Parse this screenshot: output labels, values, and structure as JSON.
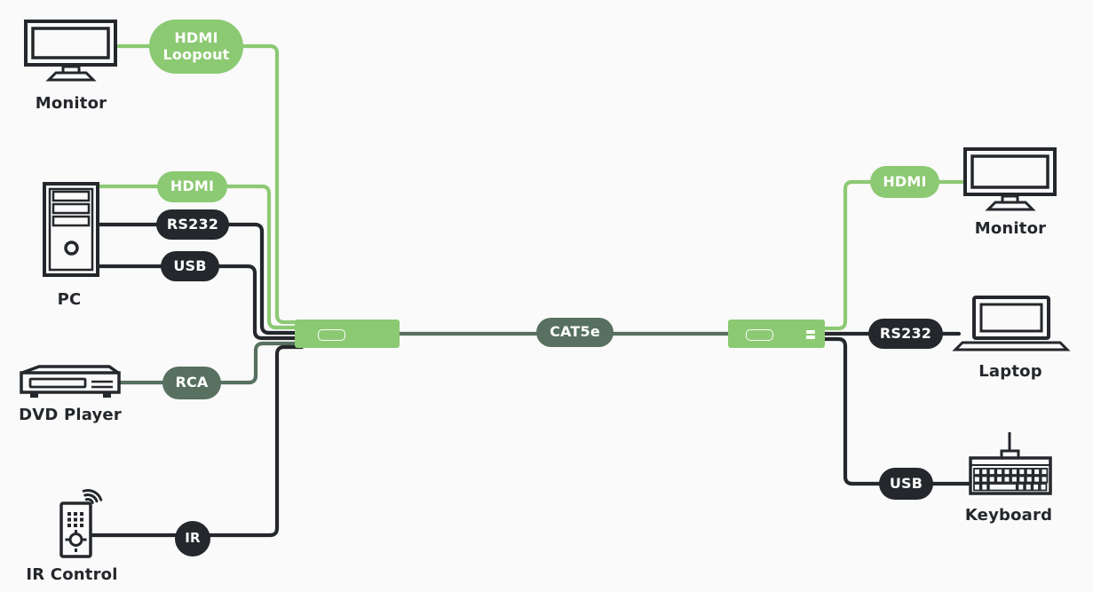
{
  "colors": {
    "background": "#FAFAFA",
    "green": "#8CC973",
    "sage": "#57705F",
    "dark": "#24272B",
    "white": "#FFFFFF"
  },
  "devices": {
    "monitor_left": "Monitor",
    "pc": "PC",
    "dvd_player": "DVD Player",
    "ir_control": "IR Control",
    "monitor_right": "Monitor",
    "laptop": "Laptop",
    "keyboard": "Keyboard"
  },
  "connections": {
    "hdmi_loopout_line1": "HDMI",
    "hdmi_loopout_line2": "Loopout",
    "hdmi_source": "HDMI",
    "rs232_source": "RS232",
    "usb_source": "USB",
    "rca": "RCA",
    "ir": "IR",
    "link": "CAT5e",
    "hdmi_display": "HDMI",
    "rs232_display": "RS232",
    "usb_display": "USB"
  },
  "icons": [
    "monitor-icon",
    "pc-tower-icon",
    "dvd-player-icon",
    "ir-remote-icon",
    "wireless-waves-icon",
    "transmitter-unit",
    "receiver-unit",
    "laptop-icon",
    "keyboard-icon"
  ]
}
